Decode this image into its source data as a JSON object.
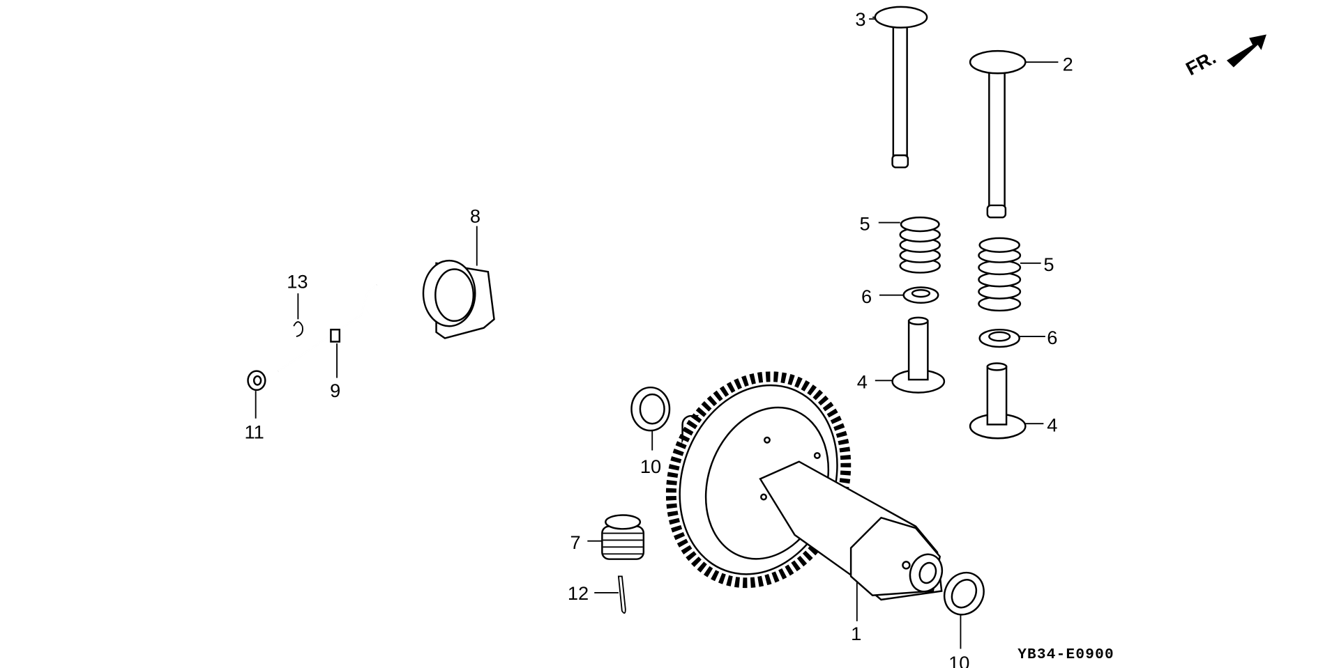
{
  "diagram": {
    "code": "YB34-E0900",
    "direction_marker": "FR.",
    "callouts": {
      "camshaft": "1",
      "valve_exhaust": "2",
      "valve_intake": "3",
      "tappet_left": "4",
      "tappet_right": "4",
      "spring_left": "5",
      "spring_right": "5",
      "retainer_left": "6",
      "retainer_right": "6",
      "spring_7": "7",
      "part_8": "8",
      "rod_9": "9",
      "washer_left": "10",
      "washer_right": "10",
      "nut_11": "11",
      "cotter_pin_12": "12",
      "clip_13": "13"
    }
  }
}
